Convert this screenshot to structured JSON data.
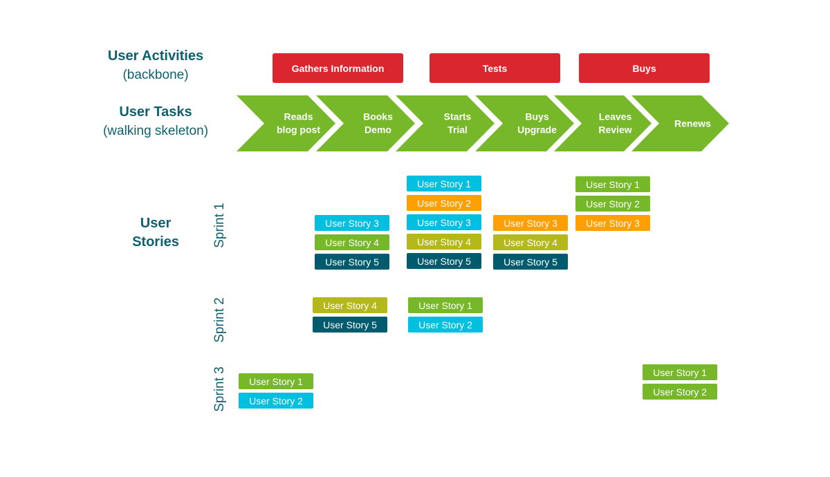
{
  "colors": {
    "label": "#0f5f6e",
    "activity": "#d9262f",
    "task": "#76b82a",
    "cyan": "#00bfdf",
    "orange": "#ff9f00",
    "olive": "#b5b81a",
    "green": "#76b82a",
    "teal": "#005b6f"
  },
  "labels": {
    "activities_title": "User Activities",
    "activities_sub": "(backbone)",
    "tasks_title": "User Tasks",
    "tasks_sub": "(walking skeleton)",
    "stories_line1": "User",
    "stories_line2": "Stories"
  },
  "activities": [
    "Gathers Information",
    "Tests",
    "Buys"
  ],
  "tasks": [
    {
      "line1": "Reads",
      "line2": "blog post"
    },
    {
      "line1": "Books",
      "line2": "Demo"
    },
    {
      "line1": "Starts",
      "line2": "Trial"
    },
    {
      "line1": "Buys",
      "line2": "Upgrade"
    },
    {
      "line1": "Leaves",
      "line2": "Review"
    },
    {
      "line1": "Renews",
      "line2": ""
    }
  ],
  "sprints": [
    {
      "label": "Sprint 1",
      "columns": [
        {
          "task": "Books Demo",
          "stories": [
            {
              "text": "User Story 3",
              "color": "cyan"
            },
            {
              "text": "User Story 4",
              "color": "green"
            },
            {
              "text": "User Story 5",
              "color": "teal"
            }
          ]
        },
        {
          "task": "Starts Trial",
          "stories": [
            {
              "text": "User Story 1",
              "color": "cyan"
            },
            {
              "text": "User Story 2",
              "color": "orange"
            },
            {
              "text": "User Story 3",
              "color": "cyan"
            },
            {
              "text": "User Story 4",
              "color": "olive"
            },
            {
              "text": "User Story 5",
              "color": "teal"
            }
          ]
        },
        {
          "task": "Buys Upgrade",
          "stories": [
            {
              "text": "User Story 3",
              "color": "orange"
            },
            {
              "text": "User Story 4",
              "color": "olive"
            },
            {
              "text": "User Story 5",
              "color": "teal"
            }
          ]
        },
        {
          "task": "Leaves Review",
          "stories": [
            {
              "text": "User Story 1",
              "color": "green"
            },
            {
              "text": "User Story 2",
              "color": "green"
            },
            {
              "text": "User Story 3",
              "color": "orange"
            }
          ]
        }
      ]
    },
    {
      "label": "Sprint 2",
      "columns": [
        {
          "task": "Books Demo",
          "stories": [
            {
              "text": "User Story 4",
              "color": "olive"
            },
            {
              "text": "User Story 5",
              "color": "teal"
            }
          ]
        },
        {
          "task": "Starts Trial",
          "stories": [
            {
              "text": "User Story 1",
              "color": "green"
            },
            {
              "text": "User Story 2",
              "color": "cyan"
            }
          ]
        }
      ]
    },
    {
      "label": "Sprint 3",
      "columns": [
        {
          "task": "Reads blog post",
          "stories": [
            {
              "text": "User Story 1",
              "color": "green"
            },
            {
              "text": "User Story 2",
              "color": "cyan"
            }
          ]
        },
        {
          "task": "Renews",
          "stories": [
            {
              "text": "User Story 1",
              "color": "green"
            },
            {
              "text": "User Story 2",
              "color": "green"
            }
          ]
        }
      ]
    }
  ]
}
